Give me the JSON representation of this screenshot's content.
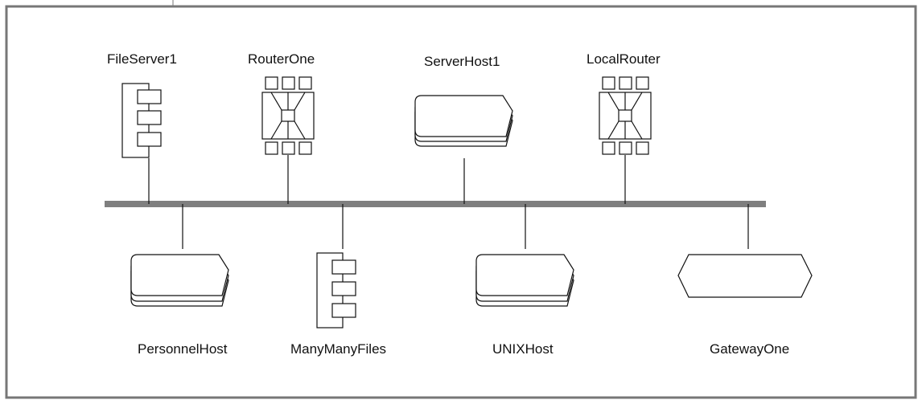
{
  "colors": {
    "frame": "#777777",
    "backbone": "#7f7f7f",
    "lines": "#111111",
    "background": "#ffffff"
  },
  "network": {
    "top_nodes": [
      {
        "id": "fileserver1",
        "label": "FileServer1",
        "icon": "file-server-icon"
      },
      {
        "id": "routerone",
        "label": "RouterOne",
        "icon": "router-icon"
      },
      {
        "id": "serverhost1",
        "label": "ServerHost1",
        "icon": "host-stack-icon"
      },
      {
        "id": "localrouter",
        "label": "LocalRouter",
        "icon": "router-icon"
      }
    ],
    "bottom_nodes": [
      {
        "id": "personnelhost",
        "label": "PersonnelHost",
        "icon": "host-stack-icon"
      },
      {
        "id": "manymanyfiles",
        "label": "ManyManyFiles",
        "icon": "file-server-icon"
      },
      {
        "id": "unixhost",
        "label": "UNIXHost",
        "icon": "host-stack-icon"
      },
      {
        "id": "gatewayone",
        "label": "GatewayOne",
        "icon": "gateway-icon"
      }
    ]
  }
}
